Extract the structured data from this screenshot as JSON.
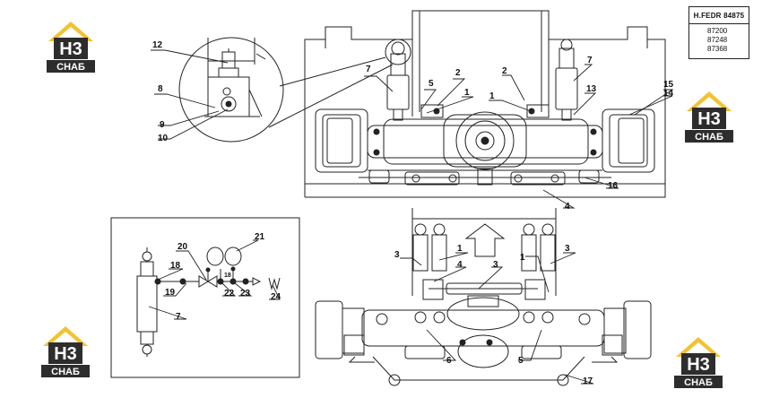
{
  "reference": {
    "code": "H.FEDR 84875",
    "models": [
      "87200",
      "87248",
      "87368"
    ]
  },
  "logo": {
    "mark": "H3",
    "word": "CHAБ",
    "color_yellow": "#f2c230",
    "color_dark": "#2d2d2d"
  },
  "callouts": {
    "c12": "12",
    "c8": "8",
    "c9": "9",
    "c10": "10",
    "c7a": "7",
    "c5": "5",
    "c2a": "2",
    "c1a": "1",
    "c2b": "2",
    "c1b": "1",
    "c7b": "7",
    "c13": "13",
    "c15": "15",
    "c14": "14",
    "c16": "16",
    "c4a": "4",
    "c20": "20",
    "c21": "21",
    "c18": "18",
    "c18b": "18",
    "c19": "19",
    "c22": "22",
    "c23": "23",
    "c24": "24",
    "c7c": "7",
    "c1c": "1",
    "c3a": "3",
    "c3b": "3",
    "c4b": "4",
    "c1d": "1",
    "c3c": "3",
    "c6": "6",
    "c5b": "5",
    "c17": "17"
  },
  "colors": {
    "line": "#222222",
    "fill": "#ffffff",
    "inset": "#dddddd"
  }
}
